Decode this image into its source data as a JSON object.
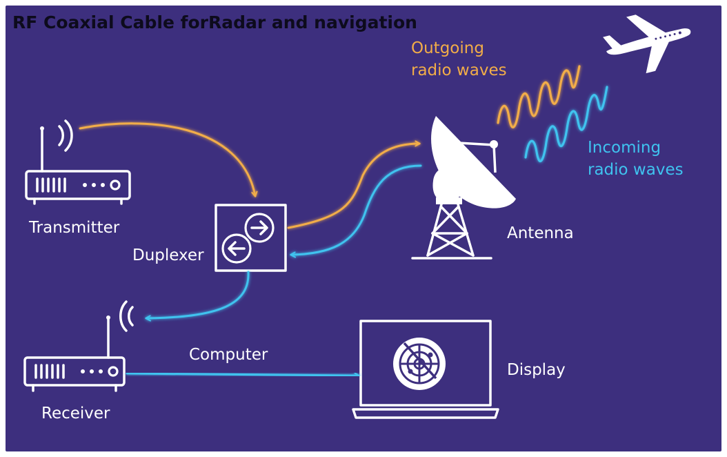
{
  "title": "RF Coaxial Cable forRadar and navigation",
  "labels": {
    "transmitter": "Transmitter",
    "duplexer": "Duplexer",
    "receiver": "Receiver",
    "antenna": "Antenna",
    "computer": "Computer",
    "display": "Display",
    "outgoing_line1": "Outgoing",
    "outgoing_line2": "radio waves",
    "incoming_line1": "Incoming",
    "incoming_line2": "radio waves"
  },
  "icons": [
    "airplane-icon",
    "transmitter-icon",
    "duplexer-icon",
    "receiver-icon",
    "antenna-dish-icon",
    "display-laptop-icon",
    "radar-screen-icon",
    "signal-waves-icon"
  ],
  "colors": {
    "background": "#3d2f7e",
    "outgoing": "#f2ad48",
    "incoming": "#3fc3ef",
    "foreground": "#ffffff",
    "title": "#0d0b1c"
  }
}
